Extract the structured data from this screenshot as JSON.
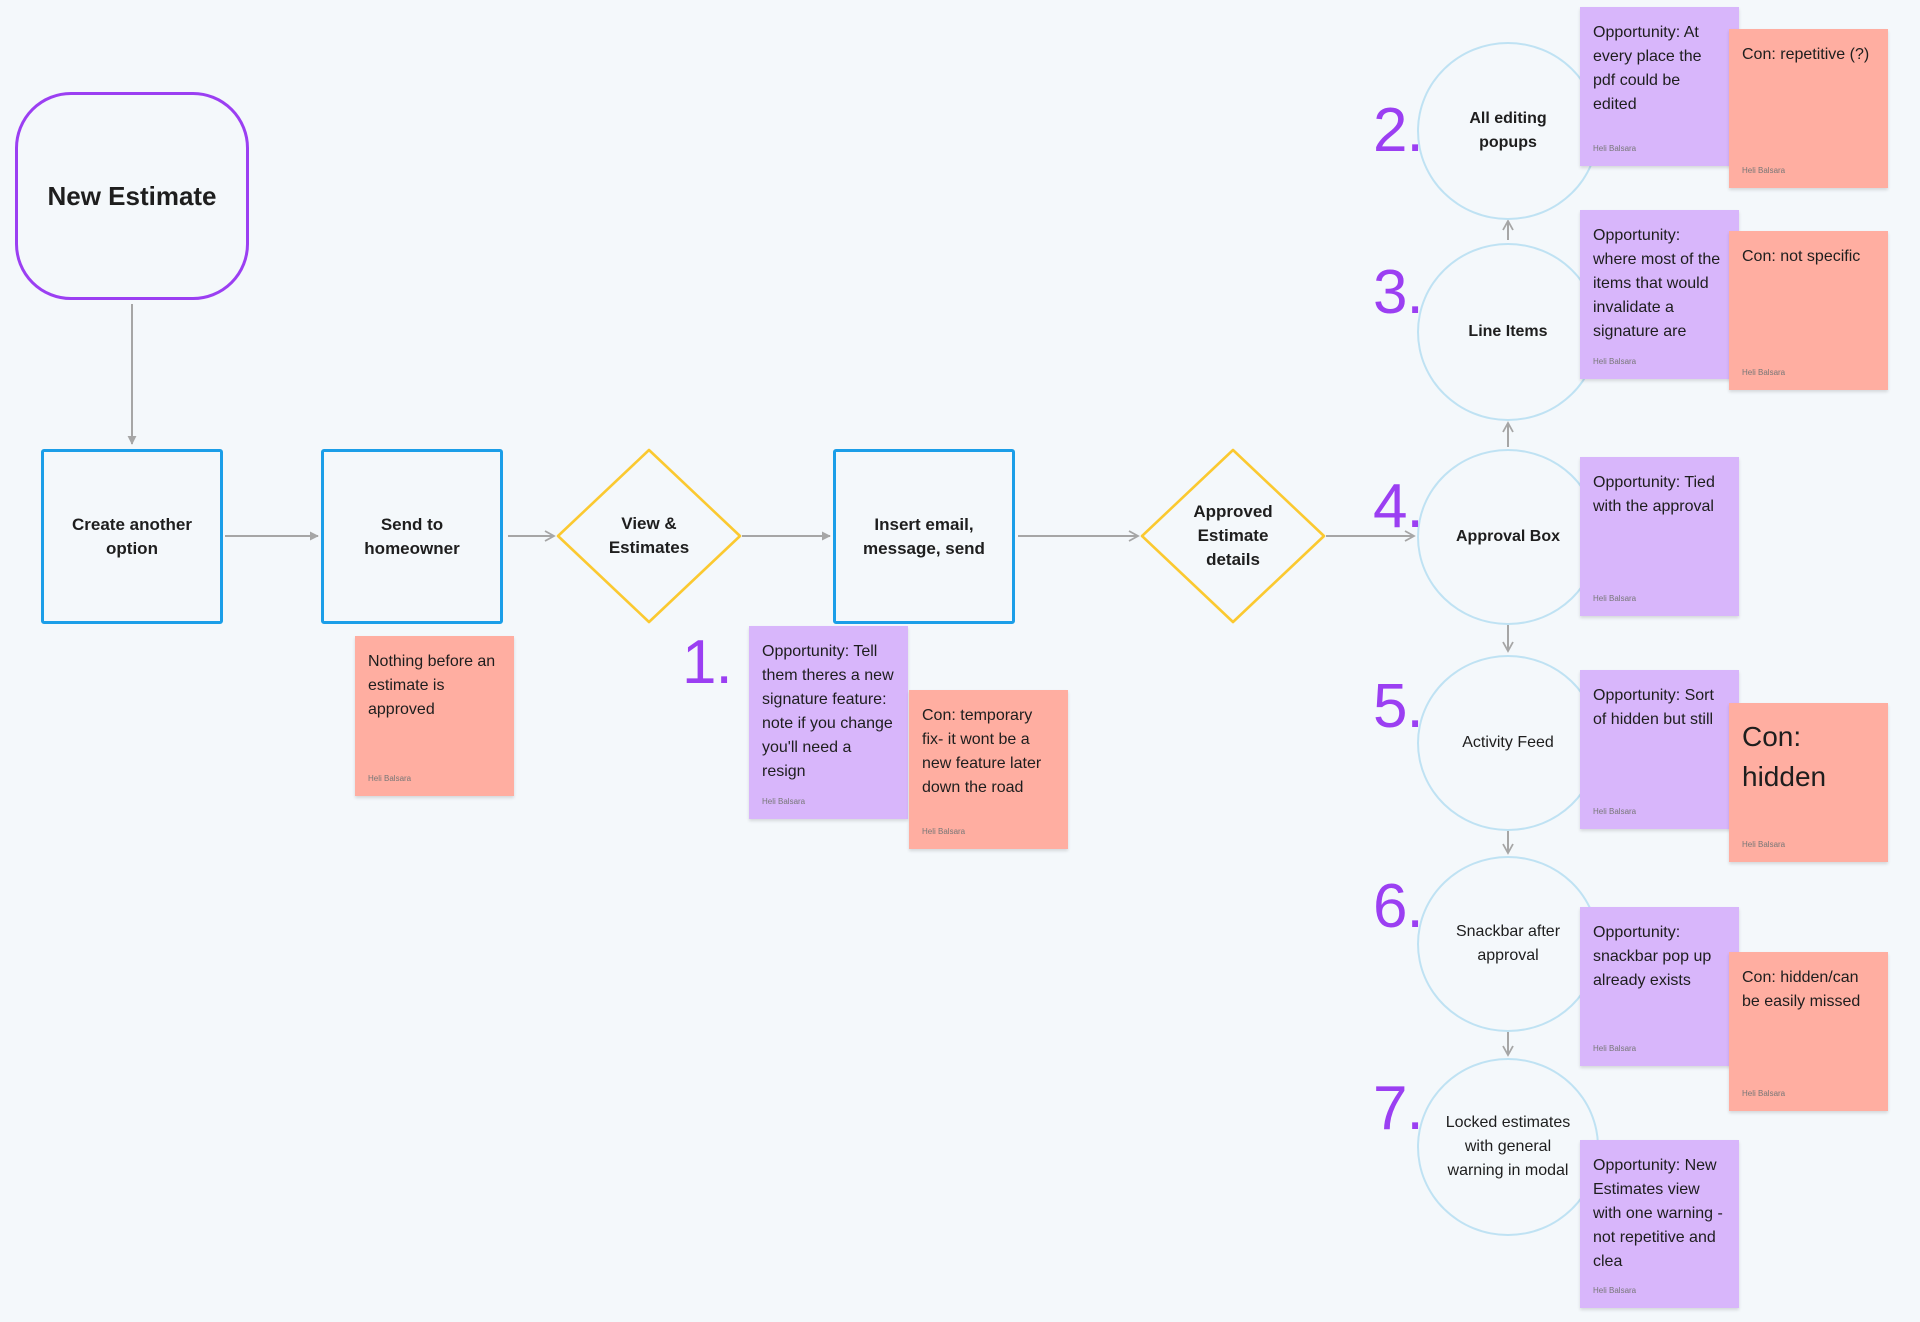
{
  "colors": {
    "background": "#f4f8fb",
    "process_border": "#1b9ee8",
    "start_border": "#9b3ff2",
    "decision_border": "#fbc930",
    "circle_border": "#bfe2f3",
    "connector": "#a6a6a6",
    "sticky_opportunity": "#d8b6fb",
    "sticky_con": "#ffaea1",
    "step_number": "#9b3ff2"
  },
  "flow": {
    "start": {
      "label": "New Estimate"
    },
    "create_option": {
      "label": "Create another option"
    },
    "send_homeowner": {
      "label": "Send to homeowner"
    },
    "view_estimates": {
      "label": "View & Estimates"
    },
    "insert_email": {
      "label": "Insert email, message, send"
    },
    "approved_details": {
      "label": "Approved Estimate details"
    }
  },
  "steps": [
    {
      "number": "2.",
      "label": "All editing popups"
    },
    {
      "number": "3.",
      "label": "Line Items"
    },
    {
      "number": "4.",
      "label": "Approval Box"
    },
    {
      "number": "5.",
      "label": "Activity Feed"
    },
    {
      "number": "6.",
      "label": "Snackbar after approval"
    },
    {
      "number": "7.",
      "label": "Locked estimates with general warning in modal"
    }
  ],
  "step1_number": "1.",
  "stickies": {
    "author": "Heli Balsara",
    "nothing_before": "Nothing before an estimate is approved",
    "opp_1": "Opportunity: Tell them theres a new signature feature: note if you change you'll need a resign",
    "con_1": "Con: temporary fix-  it wont be a new feature later down the road",
    "opp_2": "Opportunity: At every place the pdf could be edited",
    "con_2": "Con: repetitive (?)",
    "opp_3": "Opportunity: where most of the items that would invalidate a signature are",
    "con_3": "Con: not specific",
    "opp_4": "Opportunity: Tied with the approval",
    "opp_5": "Opportunity: Sort of hidden but still",
    "con_5": "Con: hidden",
    "opp_6": "Opportunity: snackbar pop up already exists",
    "con_6": "Con: hidden/can be easily missed",
    "opp_7": "Opportunity: New Estimates view with one warning - not repetitive and clea"
  }
}
